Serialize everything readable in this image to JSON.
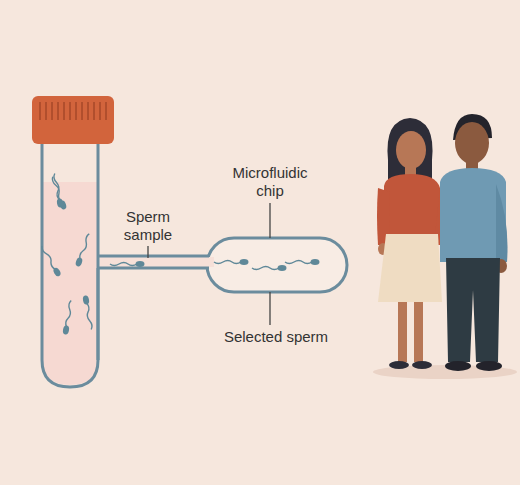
{
  "diagram": {
    "labels": [
      "Sperm sample",
      "Microfluidic chip",
      "Selected sperm"
    ]
  }
}
